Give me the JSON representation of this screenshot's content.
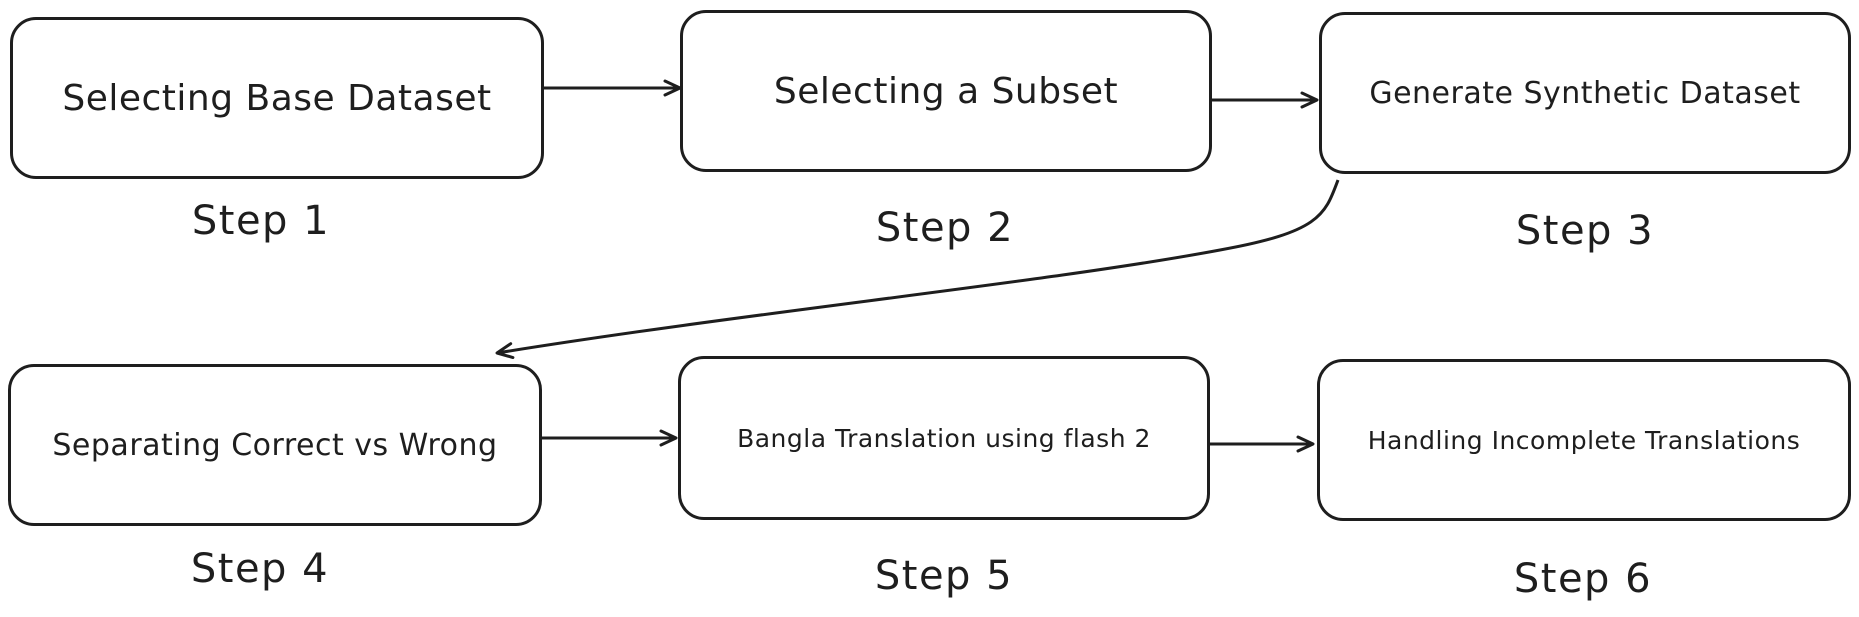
{
  "steps": [
    {
      "text": "Selecting Base Dataset",
      "label": "Step 1"
    },
    {
      "text": "Selecting a Subset",
      "label": "Step 2"
    },
    {
      "text": "Generate Synthetic Dataset",
      "label": "Step 3"
    },
    {
      "text": "Separating Correct vs Wrong",
      "label": "Step 4"
    },
    {
      "text": "Bangla Translation using flash 2",
      "label": "Step 5"
    },
    {
      "text": "Handling Incomplete Translations",
      "label": "Step 6"
    }
  ],
  "colors": {
    "stroke": "#1e1e1e",
    "background": "#ffffff"
  }
}
